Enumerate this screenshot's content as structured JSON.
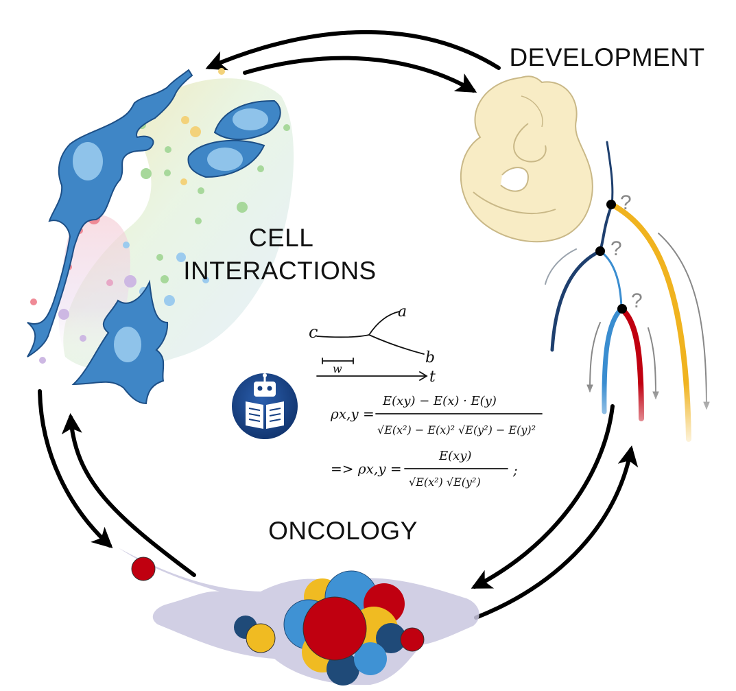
{
  "labels": {
    "development": "DEVELOPMENT",
    "cell_interactions_line1": "CELL",
    "cell_interactions_line2": "INTERACTIONS",
    "oncology": "ONCOLOGY"
  },
  "lineage": {
    "question_mark": "?"
  },
  "equations": {
    "branch_c": "c",
    "branch_a": "a",
    "branch_b": "b",
    "window_w": "w",
    "time_t": "t",
    "rho_lhs": "ρx,y =",
    "rho_numerator": "E(xy) − E(x) · E(y)",
    "rho_denominator": "√E(x²) − E(x)² √E(y²) − E(y)²",
    "rho2_lhs": "=> ρx,y =",
    "rho2_numerator": "E(xy)",
    "rho2_denominator": "√E(x²) √E(y²)",
    "rho2_end": ";"
  },
  "colors": {
    "cell_blue": "#3f86c6",
    "cell_blue_dark": "#1d4f86",
    "cell_nucleus": "#8fc3ea",
    "embryo": "#f8ecc5",
    "embryo_edge": "#c9b887",
    "tumor_red": "#c00010",
    "tumor_yellow": "#f0bb22",
    "tumor_blue": "#3f92d4",
    "tumor_navy": "#1f4a78",
    "stroma": "#c9c7df",
    "lineage_navy": "#1e3f6e",
    "lineage_light": "#3a8dd0",
    "lineage_red": "#c00010",
    "lineage_yellow": "#f0b31f",
    "robot_badge": "#153f82"
  },
  "icons": {
    "robot_reader": "robot-reading-book-icon"
  }
}
